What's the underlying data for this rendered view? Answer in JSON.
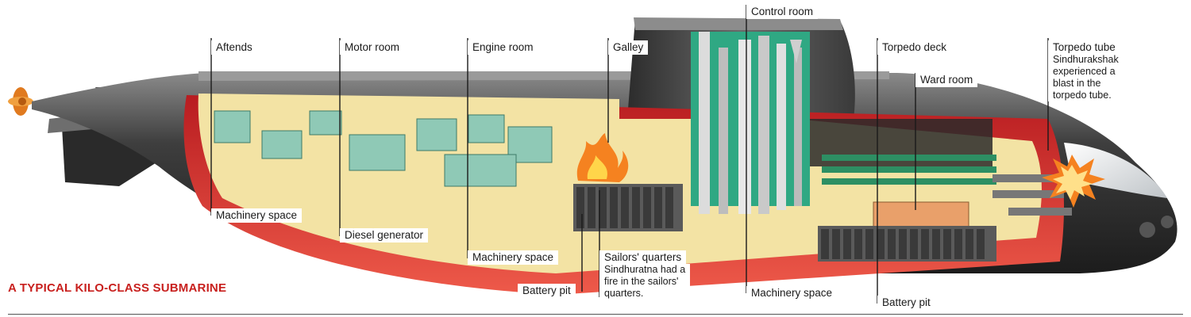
{
  "title": "A TYPICAL KILO-CLASS SUBMARINE",
  "labels": {
    "aftends": "Aftends",
    "motor_room": "Motor room",
    "engine_room": "Engine room",
    "galley": "Galley",
    "control_room": "Control room",
    "torpedo_deck": "Torpedo deck",
    "ward_room": "Ward room",
    "torpedo_tube": "Torpedo tube",
    "machinery_space_aft": "Machinery space",
    "diesel_generator": "Diesel generator",
    "machinery_space_mid": "Machinery space",
    "sailors_quarters": "Sailors' quarters",
    "battery_pit_aft": "Battery pit",
    "machinery_space_fwd": "Machinery space",
    "battery_pit_fwd": "Battery pit"
  },
  "notes": {
    "torpedo_tube": "Sindhurakshak\nexperienced a\nblast in the\ntorpedo tube.",
    "sailors_quarters": "Sindhuratna had a\nfire in the sailors'\nquarters."
  },
  "colors": {
    "hull": "#3a3a3a",
    "interior": "#f3e3a4",
    "hull_section": "#d8262a",
    "machinery": "#2fa883",
    "fire": "#f58220",
    "accent_title": "#c8201e"
  }
}
